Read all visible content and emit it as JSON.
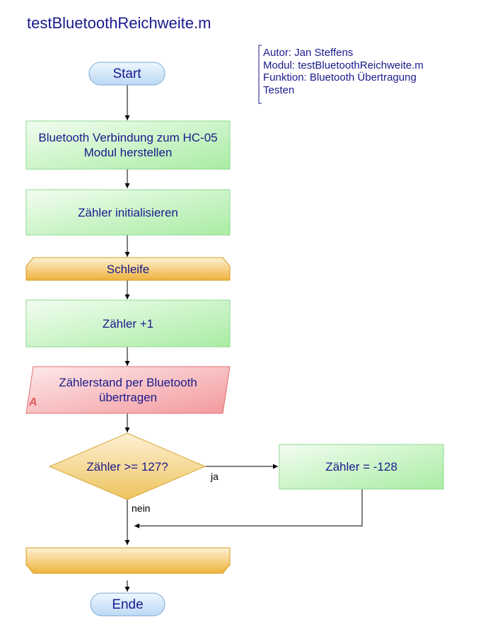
{
  "title": "testBluetoothReichweite.m",
  "comment": {
    "lines": [
      "Autor: Jan Steffens",
      "Modul: testBluetoothReichweite.m",
      "Funktion: Bluetooth Übertragung",
      "Testen"
    ]
  },
  "nodes": {
    "start": "Start",
    "connect": "Bluetooth Verbindung zum HC-05 Modul herstellen",
    "init": "Zähler initialisieren",
    "loop": "Schleife",
    "increment": "Zähler +1",
    "transmit": "Zählerstand per Bluetooth übertragen",
    "transmit_marker": "A",
    "decision": "Zähler >= 127?",
    "reset": "Zähler = -128",
    "loop_end": "",
    "end": "Ende"
  },
  "edges": {
    "yes_label": "ja",
    "no_label": "nein"
  },
  "colors": {
    "text": "#1a1a8c",
    "process_fill": "#cdf5c8",
    "process_border": "#8fd98f",
    "terminal_fill": "#cfe6fb",
    "terminal_border": "#7aa9d6",
    "loop_fill": "#f5c65a",
    "loop_border": "#d49a1f",
    "io_fill": "#f8b1b4",
    "io_border": "#e07070",
    "decision_fill": "#f3d27c",
    "decision_border": "#d8a838"
  }
}
